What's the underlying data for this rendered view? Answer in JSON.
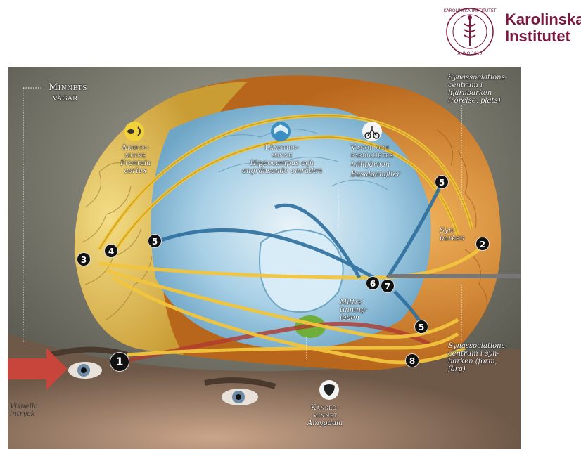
{
  "logo": {
    "name_line1": "Karolinska",
    "name_line2": "Institutet",
    "seal_text": "KAROLINSKA INSTITUTET ANNO 1810",
    "color": "#7a1a3e"
  },
  "title": {
    "line1": "Minnets",
    "line2": "vägar"
  },
  "labels": {
    "arbetsminne": "Arbets-",
    "arbetsminne2": "minne",
    "frontala": "Frontala",
    "cortex": "cortex",
    "langtids": "Långtids-",
    "langtids2": "minne",
    "hippocampus": "Hippocampus och",
    "angransande": "angränsande områden",
    "vanor": "Vanor och",
    "fardigheter": "färdigheter",
    "lillhjarnan": "Lillhjärnan",
    "basalganglier": "Basalganglier",
    "syn_assoc_top1": "Synassociations-",
    "syn_assoc_top2": "centrum i",
    "syn_assoc_top3": "hjärnbarken",
    "syn_assoc_top4": "(rörelse, plats)",
    "synbarken1": "Syn-",
    "synbarken2": "barken",
    "mittre1": "Mittre",
    "mittre2": "tinning-",
    "mittre3": "loben",
    "syn_assoc_bot1": "Synassociations-",
    "syn_assoc_bot2": "centrum i syn-",
    "syn_assoc_bot3": "barken (form,",
    "syn_assoc_bot4": "färg)",
    "kanslo1": "Känslo-",
    "kanslo2": "minnet",
    "amygdala": "Amygdala",
    "visuella1": "Visuella",
    "visuella2": "intryck"
  },
  "numbers": [
    "1",
    "2",
    "3",
    "4",
    "5",
    "5",
    "5",
    "6",
    "7",
    "8"
  ],
  "icons": [
    "eye-ear-icon",
    "book-icon",
    "cyclist-icon",
    "masks-icon"
  ],
  "colors": {
    "frontal_yellow": "#e8c65a",
    "rear_orange": "#e08a2a",
    "brain_blue": "#8fc3df",
    "arrow_gold": "#f2c53d",
    "arrow_blue": "#2e6f9e",
    "accent_red": "#c8453c"
  }
}
